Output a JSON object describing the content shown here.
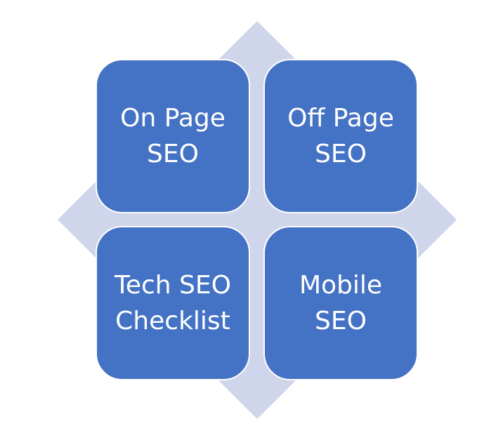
{
  "colors": {
    "background": "#ffffff",
    "diamond": "#cfd5ea",
    "card": "#4472c4",
    "card_border": "#ffffff",
    "text": "#ffffff"
  },
  "quadrants": [
    {
      "label": "On Page\nSEO"
    },
    {
      "label": "Off Page\nSEO"
    },
    {
      "label": "Tech SEO\nChecklist"
    },
    {
      "label": "Mobile\nSEO"
    }
  ]
}
